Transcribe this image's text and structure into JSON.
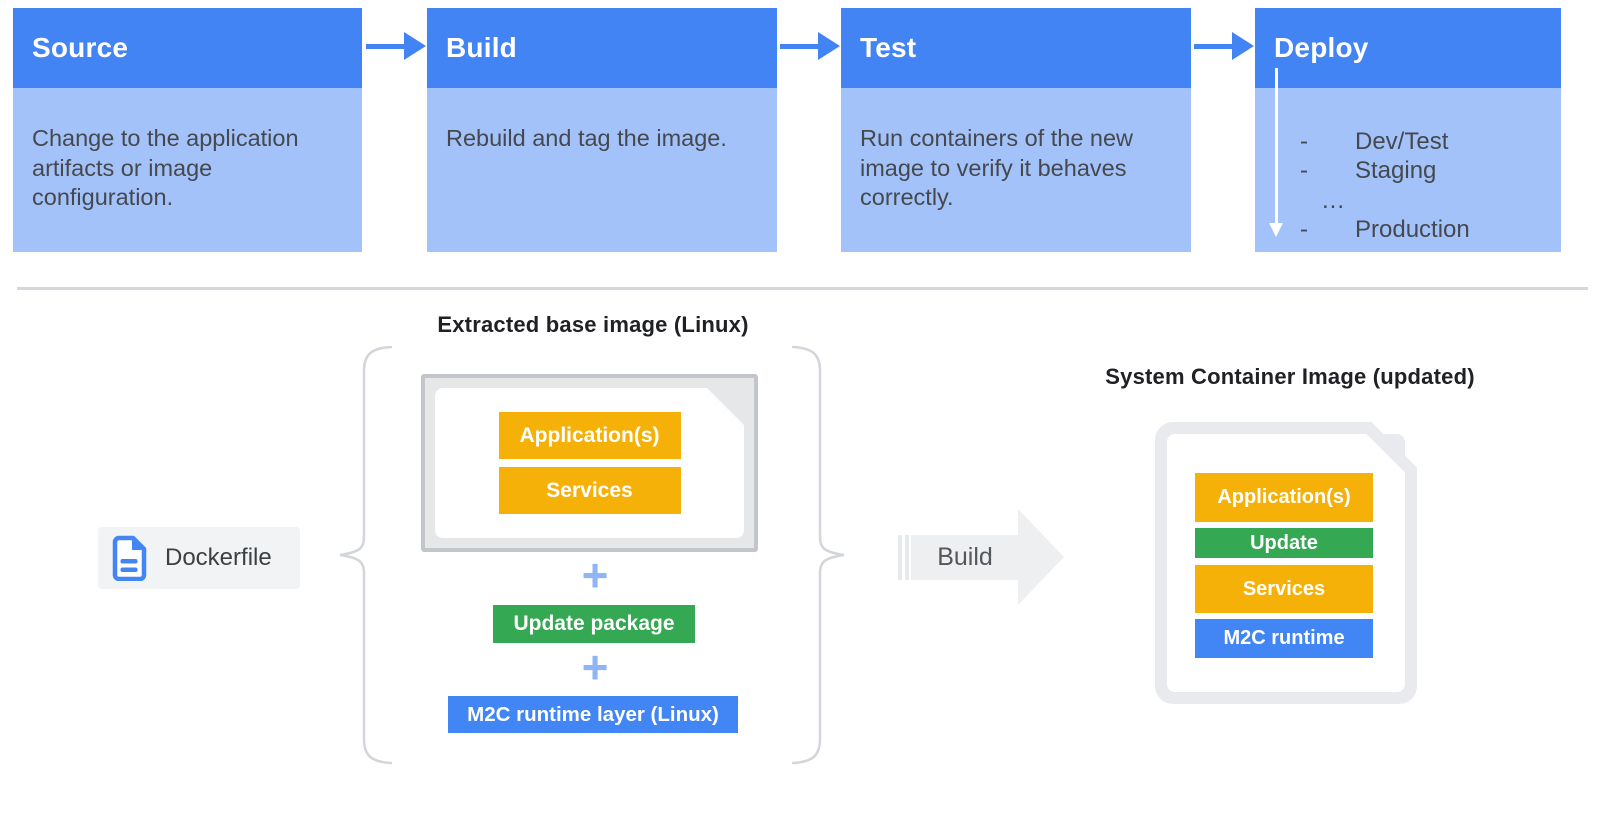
{
  "colors": {
    "stage_header_blue": "#4284f4",
    "stage_body_blue": "#a3c2fa",
    "flow_arrow_blue": "#4284f4",
    "layer_yellow": "#f6b109",
    "layer_green": "#34a853",
    "layer_blue": "#4285f4",
    "plus_blue": "#8fb5f7",
    "doc_gray": "#e8eaed",
    "text_dark": "#3c4043"
  },
  "pipeline": {
    "stages": [
      {
        "title": "Source",
        "description": "Change to the application artifacts or image configuration."
      },
      {
        "title": "Build",
        "description": "Rebuild and tag the image."
      },
      {
        "title": "Test",
        "description": "Run containers of the new image to verify it behaves correctly."
      },
      {
        "title": "Deploy",
        "description": ""
      }
    ],
    "deploy_items": [
      {
        "bullet": "-",
        "label": "Dev/Test"
      },
      {
        "bullet": "-",
        "label": "Staging"
      },
      {
        "bullet": "",
        "label": "..."
      },
      {
        "bullet": "-",
        "label": "Production"
      }
    ]
  },
  "assembly": {
    "title": "Extracted base image (Linux)",
    "base_layers": [
      "Application(s)",
      "Services"
    ],
    "plus": "+",
    "update_package": "Update package",
    "runtime_layer": "M2C runtime layer (Linux)",
    "dockerfile_label": "Dockerfile",
    "build_label": "Build"
  },
  "result": {
    "title": "System Container Image (updated)",
    "layers": [
      {
        "label": "Application(s)",
        "color": "#f6b109"
      },
      {
        "label": "Update",
        "color": "#34a853"
      },
      {
        "label": "Services",
        "color": "#f6b109"
      },
      {
        "label": "M2C runtime",
        "color": "#4285f4"
      }
    ]
  }
}
